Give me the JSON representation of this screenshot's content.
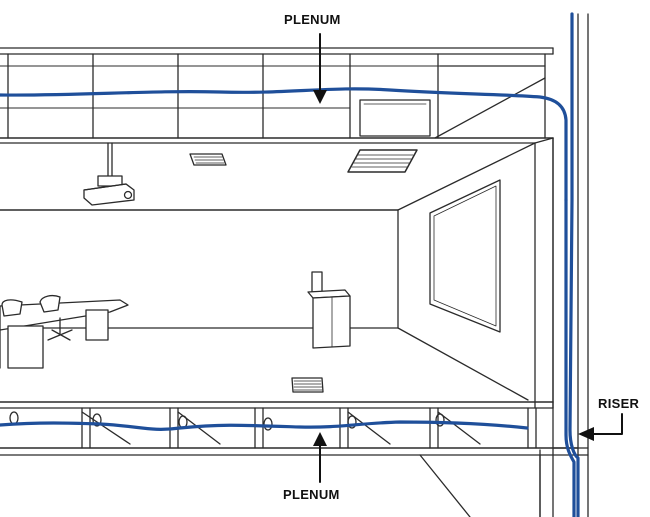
{
  "labels": {
    "plenum_top": "PLENUM",
    "plenum_bottom": "PLENUM",
    "riser": "RISER"
  },
  "colors": {
    "line": "#2b2b2b",
    "cable": "#1f4f9a",
    "fill": "#ffffff"
  }
}
